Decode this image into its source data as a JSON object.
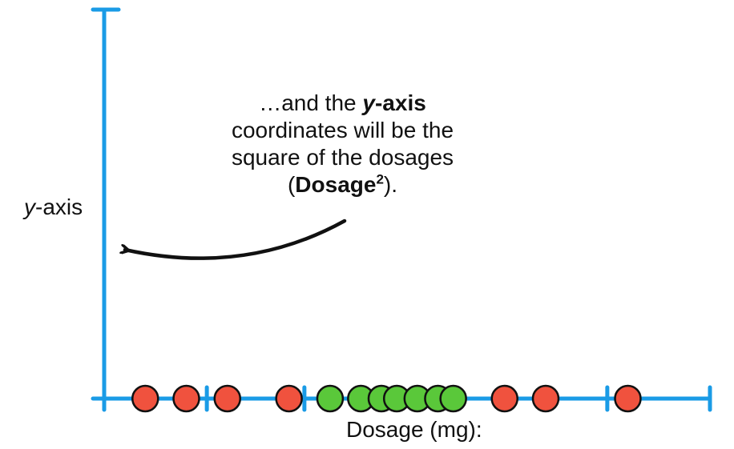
{
  "annotation": {
    "lead": "…and the ",
    "highlight_var": "y",
    "highlight_rest": "-axis",
    "line2": "coordinates will be the",
    "line3": "square of the dosages",
    "paren_open": "(",
    "formula": "Dosage",
    "formula_exp": "2",
    "paren_close": ")."
  },
  "y_axis_label": {
    "var": "y",
    "rest": "-axis"
  },
  "x_axis_label": "Dosage (mg):",
  "colors": {
    "axis": "#1a9be6",
    "red_point": "#f0523e",
    "green_point": "#5ac83a",
    "outline": "#111111",
    "arrow": "#111111"
  },
  "chart_data": {
    "type": "scatter",
    "series": [
      {
        "color": "red",
        "x": [
          0.4,
          0.8,
          1.2,
          1.8,
          3.9,
          4.3,
          5.1
        ]
      },
      {
        "color": "green",
        "x": [
          2.2,
          2.5,
          2.7,
          2.85,
          3.05,
          3.25,
          3.4
        ]
      }
    ],
    "xlim": [
      0,
      5.9
    ],
    "ticks": [
      1,
      1.95,
      3.9,
      4.9,
      5.9
    ],
    "arrow": "from annotation to y-axis"
  }
}
